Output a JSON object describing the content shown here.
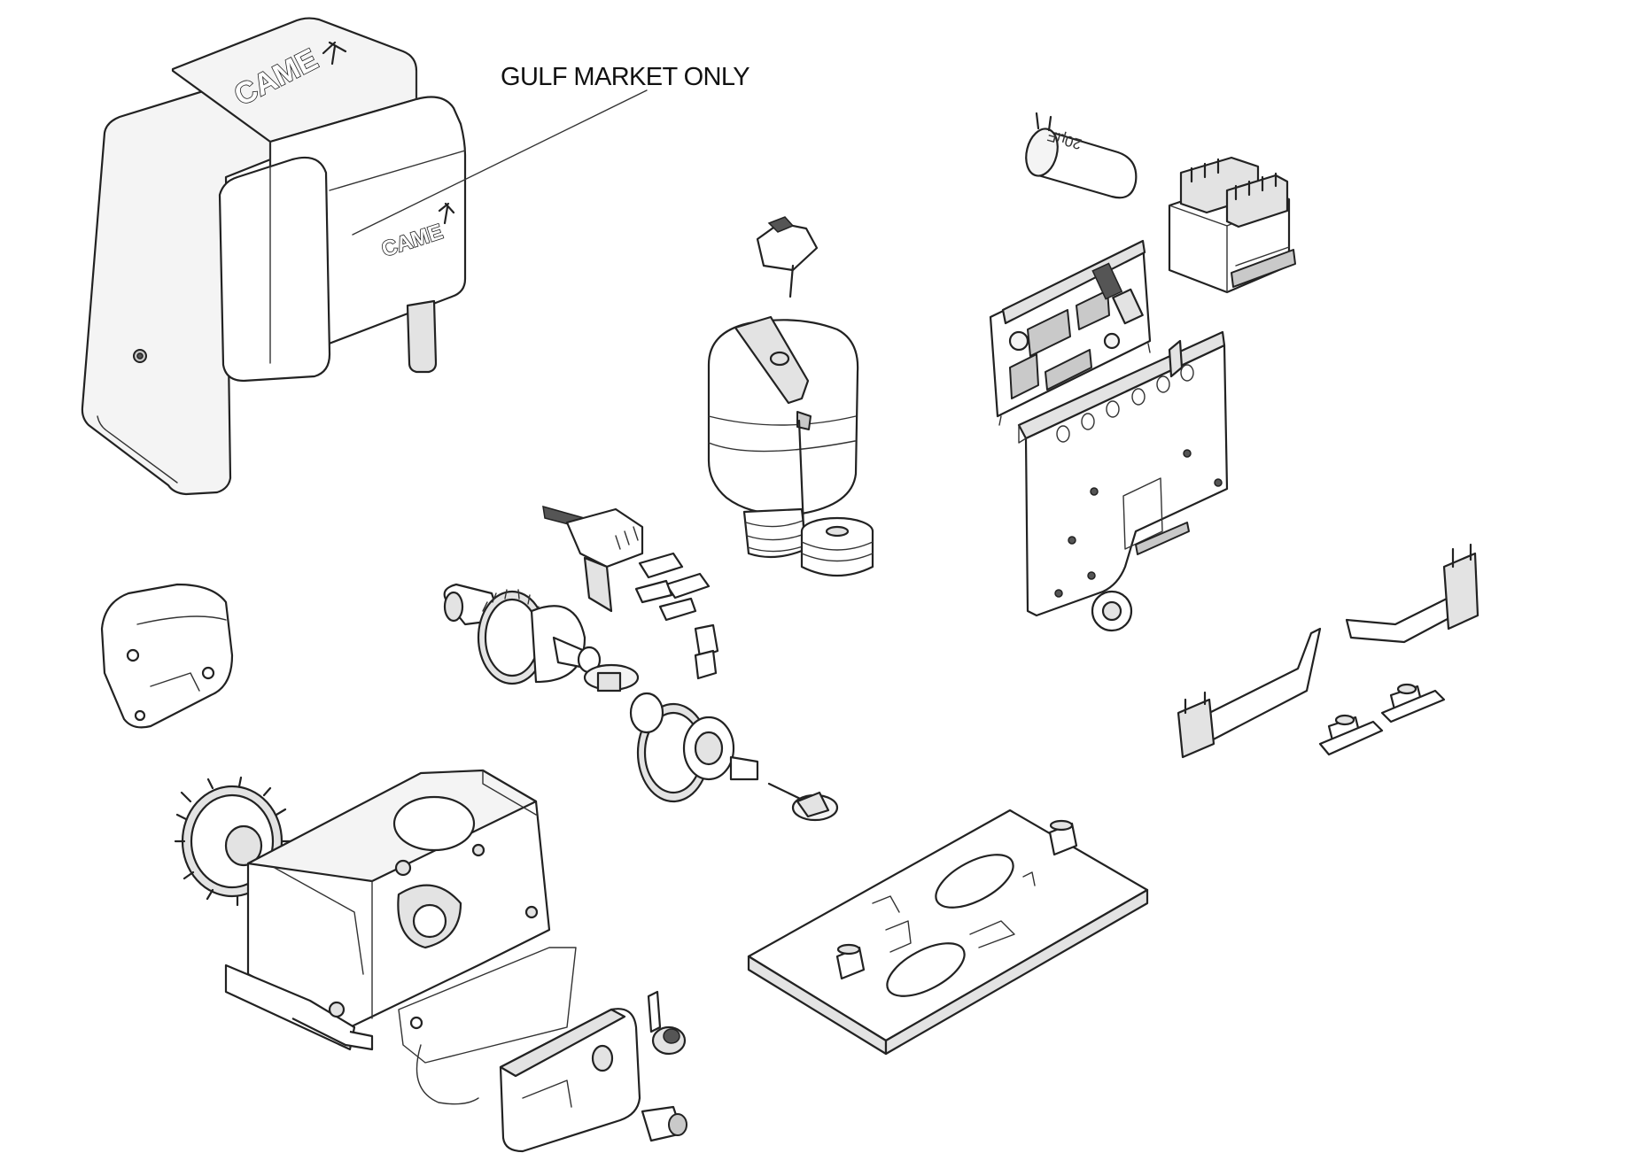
{
  "callout": {
    "text": "GULF MARKET ONLY"
  },
  "labels": {
    "brand_top": "CAME",
    "brand_front": "CAME",
    "capacitor_value": "20µF"
  },
  "colors": {
    "line": "#222222",
    "background": "#ffffff"
  }
}
